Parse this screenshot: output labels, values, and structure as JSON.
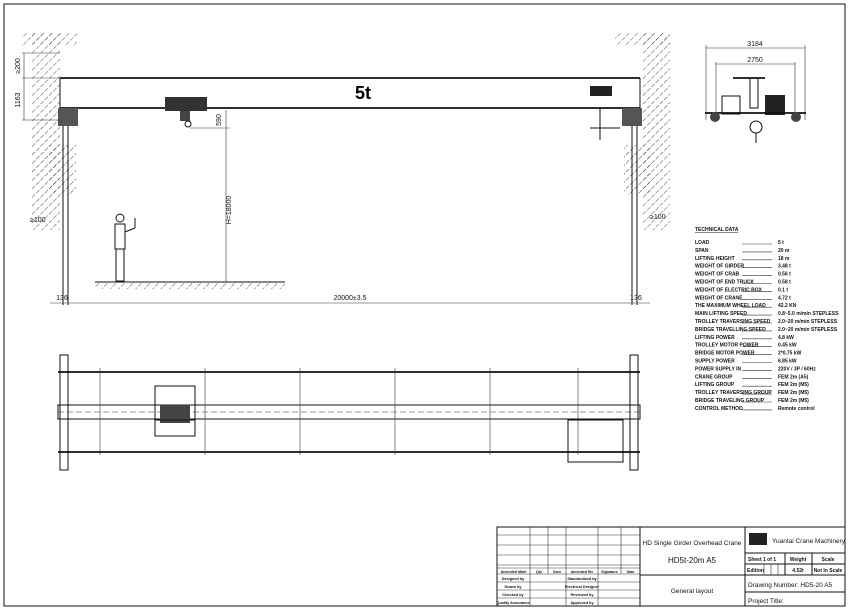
{
  "side_view": {
    "load_label": "5t",
    "dim_span": "20000±3.5",
    "dim_end_left": "136",
    "dim_end_right": "136",
    "dim_clear_top": "≥200",
    "dim_girder_height": "1163",
    "dim_hook": "590",
    "dim_lift_height": "H=18000",
    "dim_wall_left": "≥100",
    "dim_wall_right": "≥100"
  },
  "end_view": {
    "dim_overall": "3184",
    "dim_gauge": "2750"
  },
  "technical_data": {
    "title": "TECHNICAL DATA",
    "items": [
      {
        "label": "LOAD",
        "value": "5 t"
      },
      {
        "label": "SPAN",
        "value": "20 m"
      },
      {
        "label": "LIFTING HEIGHT",
        "value": "18 m"
      },
      {
        "label": "WEIGHT OF GIRDER",
        "value": "3.48 t"
      },
      {
        "label": "WEIGHT OF CRAB",
        "value": "0.56 t"
      },
      {
        "label": "WEIGHT OF END TRUCK",
        "value": "0.58 t"
      },
      {
        "label": "WEIGHT OF ELECTRIC BOX",
        "value": "0.1 t"
      },
      {
        "label": "WEIGHT OF CRANE",
        "value": "4.72 t"
      },
      {
        "label": "THE MAXIMUM WHEEL LOAD",
        "value": "42.2 KN"
      },
      {
        "label": "MAIN LIFTING SPEED",
        "value": "0.8~5.0 m/min  STEPLESS"
      },
      {
        "label": "TROLLEY TRAVERSING SPEED",
        "value": "2.0~20 m/min  STEPLESS"
      },
      {
        "label": "BRIDGE TRAVELLING SPEED",
        "value": "2.0~20 m/min  STEPLESS"
      },
      {
        "label": "LIFTING POWER",
        "value": "4.8 kW"
      },
      {
        "label": "TROLLEY MOTOR POWER",
        "value": "0.45 kW"
      },
      {
        "label": "BRIDGE MOTOR POWER",
        "value": "2*0.75 kW"
      },
      {
        "label": "SUPPLY POWER",
        "value": "6.85 kW"
      },
      {
        "label": "POWER SUPPLY IN",
        "value": "220V / 3P / 60Hz"
      },
      {
        "label": "CRANE GROUP",
        "value": "FEM 2m (A5)"
      },
      {
        "label": "LIFTING GROUP",
        "value": "FEM 2m (M5)"
      },
      {
        "label": "TROLLEY TRAVERSING GROUP",
        "value": "FEM 2m (M5)"
      },
      {
        "label": "BRIDGE TRAVELING GROUP",
        "value": "FEM 2m (M5)"
      },
      {
        "label": "CONTROL METHOD",
        "value": "Remote control"
      }
    ]
  },
  "title_block": {
    "revision_headers": [
      "Amended Mark",
      "Qty",
      "Zone",
      "Amended file",
      "Signature",
      "Date"
    ],
    "signoff_left": [
      "Designed by",
      "Drawn by",
      "Checked by",
      "Quality Assurance"
    ],
    "signoff_right": [
      "Standardized by",
      "Electrical Designer",
      "Reviewed by",
      "Approved by"
    ],
    "product_name": "HD Single Girder Overhead Crane",
    "model": "HD5t-20m A5",
    "drawing_type": "General layout",
    "company": "Yuantai Crane Machinery",
    "sheet": "Sheet 1 of 1",
    "weight_label": "Weight",
    "scale_label": "Scale",
    "edition_label": "Edition",
    "weight_value": "4.52t",
    "scale_value": "Not In Scale",
    "drawing_number": "Drawing Number: HD5-20 A5",
    "project_title": "Project Title:"
  }
}
